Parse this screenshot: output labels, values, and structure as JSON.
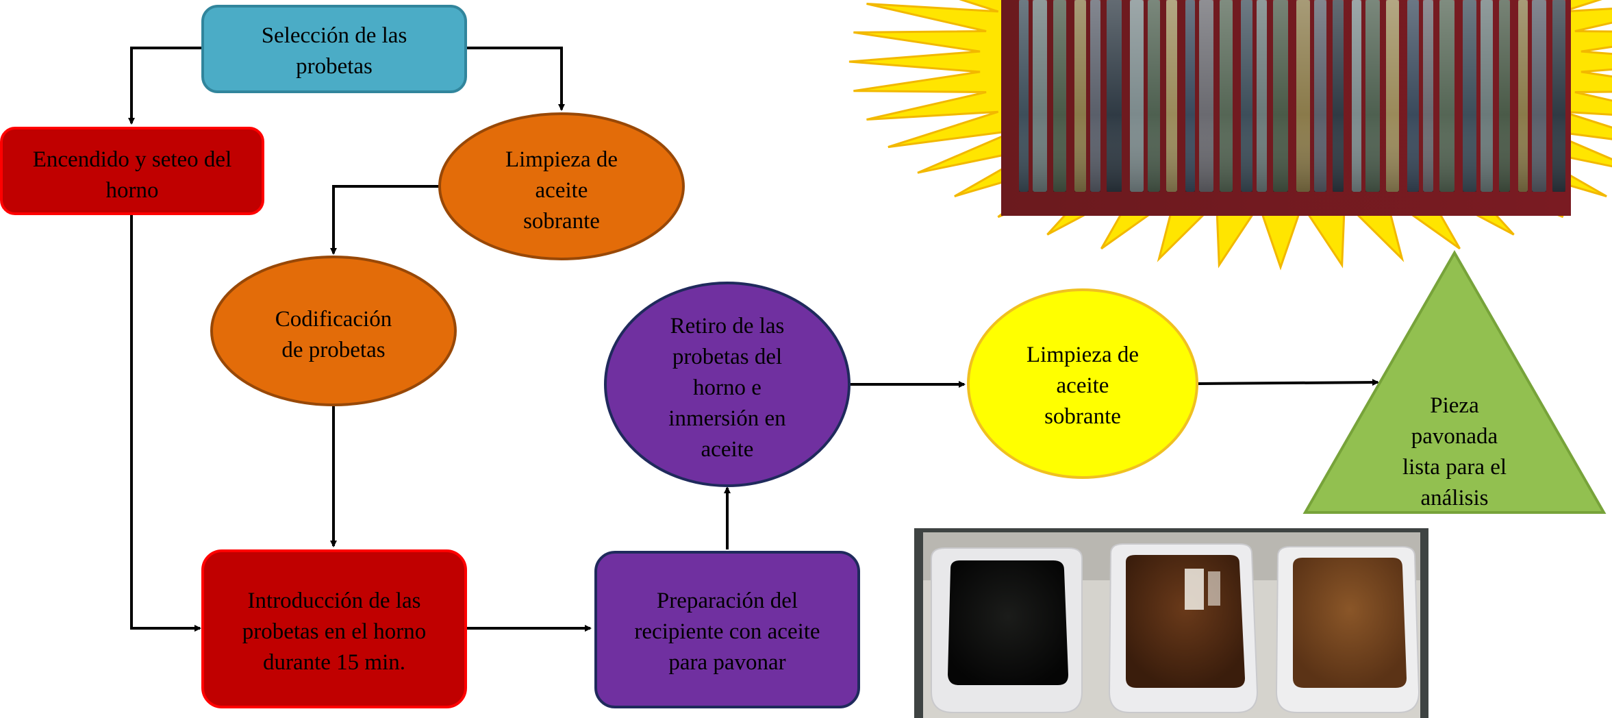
{
  "nodes": {
    "seleccion": {
      "lines": [
        "Selección de las",
        "probetas"
      ]
    },
    "encendido": {
      "lines": [
        "Encendido y seteo del",
        "horno"
      ]
    },
    "limpieza_1": {
      "lines": [
        "Limpieza de",
        "aceite",
        "sobrante"
      ]
    },
    "codificacion": {
      "lines": [
        "Codificación",
        "de probetas"
      ]
    },
    "introduccion": {
      "lines": [
        "Introducción de las",
        "probetas en el horno",
        "durante 15 min."
      ]
    },
    "preparacion": {
      "lines": [
        "Preparación del",
        "recipiente con aceite",
        "para pavonar"
      ]
    },
    "retiro": {
      "lines": [
        "Retiro de las",
        "probetas del",
        "horno e",
        "inmersión en",
        "aceite"
      ]
    },
    "limpieza_2": {
      "lines": [
        "Limpieza de",
        "aceite",
        "sobrante"
      ]
    },
    "pieza": {
      "lines": [
        "Pieza",
        "pavonada",
        "lista para el",
        "análisis"
      ]
    }
  },
  "colors": {
    "blue": "#4BACC6",
    "red": "#C00000",
    "orange": "#E36C09",
    "purple": "#7030A0",
    "yellow": "#FFFF00",
    "green": "#92C050",
    "star": "#FFE500"
  }
}
